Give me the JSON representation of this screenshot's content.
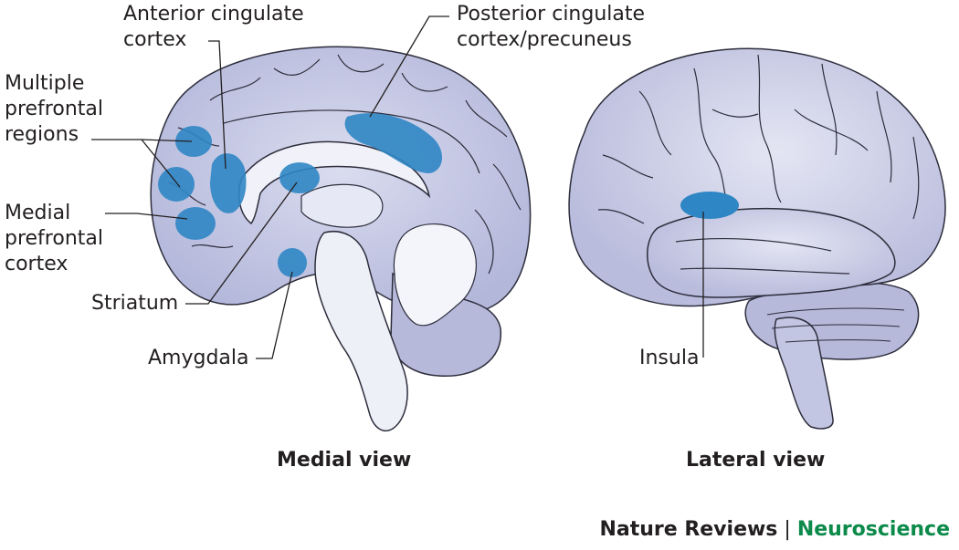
{
  "figure": {
    "labels": {
      "anterior_cingulate": "Anterior cingulate\ncortex",
      "posterior_cingulate": "Posterior cingulate\ncortex/precuneus",
      "multiple_prefrontal": "Multiple\nprefrontal\nregions",
      "medial_prefrontal": "Medial\nprefrontal\ncortex",
      "striatum": "Striatum",
      "amygdala": "Amygdala",
      "insula": "Insula"
    },
    "captions": {
      "medial": "Medial view",
      "lateral": "Lateral view"
    },
    "credit": {
      "journal": "Nature Reviews",
      "separator": " | ",
      "section": "Neuroscience"
    },
    "colors": {
      "brain_fill": "#c5c8e3",
      "brain_line": "#2d2d3c",
      "highlight": "#2f86c4",
      "inner_pale": "#eceef7",
      "credit_accent": "#0b8a4a"
    }
  }
}
